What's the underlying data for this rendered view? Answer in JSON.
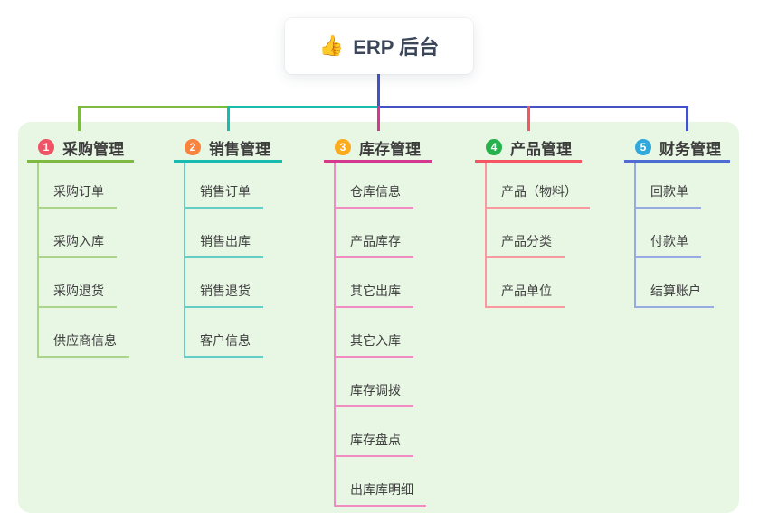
{
  "root": {
    "title": "ERP 后台",
    "icon": "thumbs-up-icon"
  },
  "colors": {
    "panel_bg": "#e8f6e4",
    "root_line": "#4353c6",
    "root_text": "#3b4658",
    "title_text": "#3c3c3c",
    "child_text": "#404040"
  },
  "branches": [
    {
      "number": "1",
      "title": "采购管理",
      "badge_color": "#ed5466",
      "line_color": "#7dbb40",
      "child_line_color": "#aad489",
      "children": [
        "采购订单",
        "采购入库",
        "采购退货",
        "供应商信息"
      ]
    },
    {
      "number": "2",
      "title": "销售管理",
      "badge_color": "#f8823e",
      "line_color": "#16bcaf",
      "child_line_color": "#63cfc4",
      "children": [
        "销售订单",
        "销售出库",
        "销售退货",
        "客户信息"
      ]
    },
    {
      "number": "3",
      "title": "库存管理",
      "badge_color": "#fbab1e",
      "line_color": "#d6388e",
      "child_line_color": "#f08cc2",
      "children": [
        "仓库信息",
        "产品库存",
        "其它出库",
        "其它入库",
        "库存调拨",
        "库存盘点",
        "出库库明细"
      ]
    },
    {
      "number": "4",
      "title": "产品管理",
      "badge_color": "#26b14c",
      "line_color": "#f4575f",
      "child_line_color": "#f9989e",
      "children": [
        "产品（物料）",
        "产品分类",
        "产品单位"
      ]
    },
    {
      "number": "5",
      "title": "财务管理",
      "badge_color": "#30a8dc",
      "line_color": "#4e6cd3",
      "child_line_color": "#96abe2",
      "children": [
        "回款单",
        "付款单",
        "结算账户"
      ]
    }
  ]
}
